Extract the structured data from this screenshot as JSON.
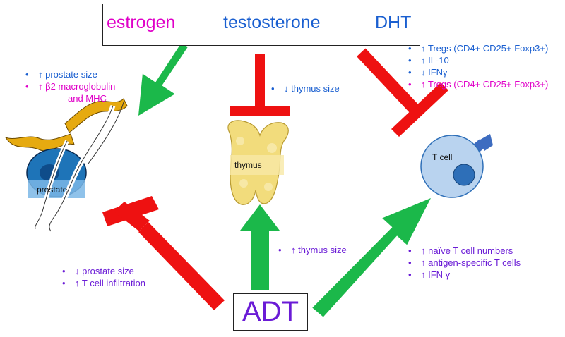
{
  "hormones": {
    "estrogen": "estrogen",
    "testosterone": "testosterone",
    "dht": "DHT"
  },
  "adt_label": "ADT",
  "prostate_effects_top": {
    "line1": "↑ prostate size",
    "line2": "↑ β2 macroglobulin",
    "line3": "and MHC"
  },
  "thymus_effect_top": "↓ thymus size",
  "tcell_effects_top": {
    "line1": "↑ Tregs (CD4+ CD25+ Foxp3+)",
    "line2": "↑ IL-10",
    "line3": "↓ IFNγ",
    "line4": "↑ Tregs (CD4+ CD25+ Foxp3+)"
  },
  "prostate_effects_adt": {
    "line1": "↓ prostate size",
    "line2": "↑ T cell infiltration"
  },
  "thymus_effect_adt": "↑ thymus size",
  "tcell_effects_adt": {
    "line1": "↑ naïve T cell numbers",
    "line2": "↑ antigen-specific T cells",
    "line3": "↑ IFN γ"
  },
  "organs": {
    "prostate": "prostate",
    "thymus": "thymus",
    "tcell": "T cell"
  },
  "colors": {
    "stimulate_arrow": "#1bb84a",
    "inhibit_bar": "#ee1111",
    "hormone_arrow": "#0b1230",
    "estrogen_text": "#e000c8",
    "androgen_text": "#1a5fd0",
    "adt_text": "#6a1bd6",
    "thymus_fill": "#f2dc7c",
    "tcell_fill": "#b9d3ef",
    "tcell_nucleus": "#2e6fb8",
    "receptor": "#3d6cc0",
    "prostate_fill": "#1e74b8",
    "prostate_gland": "#e6aa10"
  }
}
